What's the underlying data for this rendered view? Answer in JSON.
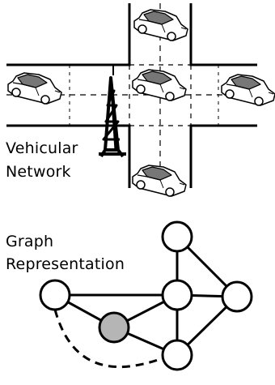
{
  "vehicular": {
    "line1": "Vehicular",
    "line2": "Network"
  },
  "graph": {
    "line1": "Graph",
    "line2": "Representation",
    "nodes": [
      {
        "id": "top",
        "highlight": false
      },
      {
        "id": "center",
        "highlight": false
      },
      {
        "id": "left",
        "highlight": false
      },
      {
        "id": "right",
        "highlight": false
      },
      {
        "id": "focus",
        "highlight": true
      },
      {
        "id": "bottom",
        "highlight": false
      }
    ],
    "edges": [
      [
        "top",
        "center"
      ],
      [
        "top",
        "right"
      ],
      [
        "left",
        "center"
      ],
      [
        "center",
        "right"
      ],
      [
        "left",
        "focus"
      ],
      [
        "focus",
        "center"
      ],
      [
        "focus",
        "bottom"
      ],
      [
        "left",
        "bottom"
      ],
      [
        "center",
        "bottom"
      ],
      [
        "right",
        "bottom"
      ]
    ],
    "dashed_edges": [
      [
        "left",
        "bottom"
      ]
    ]
  },
  "colors": {
    "stroke": "#000000",
    "node_fill": "#ffffff",
    "highlight_fill": "#b5b5b5",
    "car_roof": "#777777"
  }
}
